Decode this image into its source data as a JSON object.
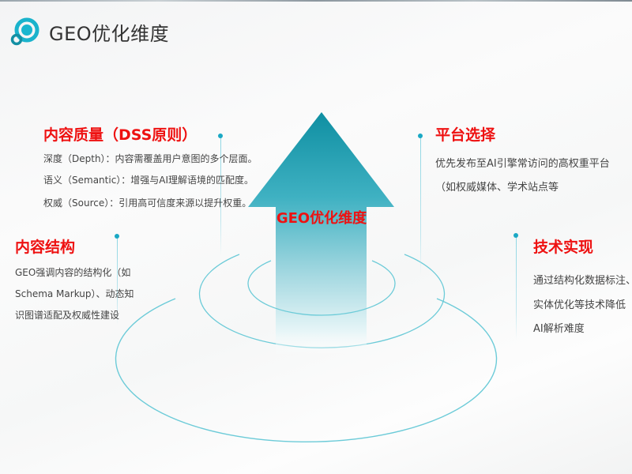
{
  "header": {
    "title": "GEO优化维度",
    "logo_icon": "concentric-ring-logo-icon"
  },
  "center": {
    "arrow_label": "GEO优化维度",
    "arrow_icon": "up-arrow-icon",
    "colors": {
      "arrow_top": "#1596a6",
      "arrow_bottom": "#ffffff",
      "ring": "#6ccbd8",
      "label": "#ee1111"
    }
  },
  "sections": {
    "content_quality": {
      "title": "内容质量（DSS原则）",
      "lines": [
        "深度（Depth）：内容需覆盖用户意图的多个层面。",
        "语义（Semantic）：增强与AI理解语境的匹配度。",
        "权威（Source）：引用高可信度来源以提升权重。"
      ]
    },
    "content_structure": {
      "title": "内容结构",
      "lines": [
        "GEO强调内容的结构化（如",
        "Schema Markup）、动态知",
        "识图谱适配及权威性建设"
      ]
    },
    "platform_selection": {
      "title": "平台选择",
      "lines": [
        "优先发布至AI引擎常访问的高权重平台",
        "（如权威媒体、学术站点等"
      ]
    },
    "technical_implementation": {
      "title": "技术实现",
      "lines": [
        "通过结构化数据标注、",
        "实体优化等技术降低",
        "AI解析难度"
      ]
    }
  },
  "colors": {
    "title_red": "#ee1111",
    "text": "#444444",
    "accent": "#1aa8c4"
  }
}
